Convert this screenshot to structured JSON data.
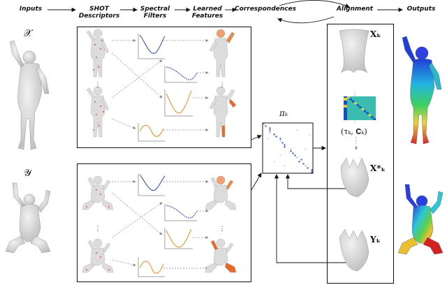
{
  "pipeline": {
    "steps": [
      {
        "id": "inputs",
        "label": "Inputs"
      },
      {
        "id": "shot",
        "label": "SHOT Descriptors"
      },
      {
        "id": "spectral",
        "label": "Spectral Filters"
      },
      {
        "id": "learned",
        "label": "Learned Features"
      },
      {
        "id": "correspondences",
        "label": "Correspondences"
      },
      {
        "id": "alignment",
        "label": "Alignment"
      },
      {
        "id": "outputs",
        "label": "Outputs"
      }
    ]
  },
  "inputs": {
    "shape_x": "𝒳",
    "shape_y": "𝒴"
  },
  "matrix": {
    "label": "πₖ"
  },
  "alignment": {
    "x_label": "𝐗ₖ",
    "params_label": "(τₖ, 𝐂ₖ)",
    "x_star_label": "𝐗*ₖ",
    "y_label": "𝐘ₖ"
  },
  "colors": {
    "line": "#111111",
    "dashed": "#888888",
    "filter_blue": "#2a3fb8",
    "filter_orange": "#e88a1c",
    "mesh": "#d8d8d8",
    "matrix_dot": "#2a4fa8"
  }
}
